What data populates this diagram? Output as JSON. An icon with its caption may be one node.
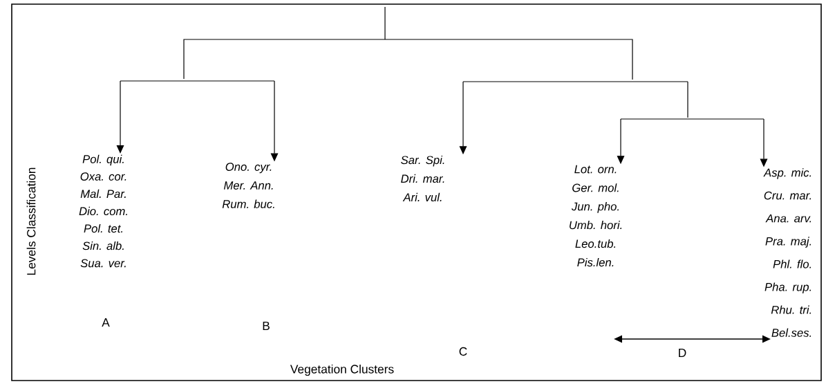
{
  "diagram": {
    "nodes": [
      {
        "text": [
          "Pol. qui.",
          "Oxa. cor.",
          "Mal. Par.",
          "Dio. com.",
          "Pol. tet.",
          "Sin. alb.",
          "Sua. ver."
        ]
      },
      {
        "text": [
          "Ono. cyr.",
          "Mer. Ann.",
          "Rum. buc."
        ]
      },
      {
        "text": [
          "Sar. Spi.",
          "Dri. mar.",
          "Ari. vul."
        ]
      },
      {
        "text": [
          "Lot. orn.",
          "Ger. mol.",
          "Jun. pho.",
          "Umb. hori.",
          "Leo.tub.",
          "Pis.len."
        ]
      },
      {
        "text": [
          "Asp. mic.",
          "Cru. mar.",
          "Ana. arv.",
          "Pra. maj.",
          "Phl. flo.",
          "Pha. rup.",
          "Rhu. tri.",
          "Bel.ses."
        ]
      }
    ],
    "edges": [
      {
        "from": null,
        "to": 0,
        "arrow": "to"
      },
      {
        "from": null,
        "to": 1,
        "arrow": "to"
      },
      {
        "from": null,
        "to": 2,
        "arrow": "to"
      },
      {
        "from": null,
        "to": 3,
        "arrow": "to"
      },
      {
        "from": null,
        "to": 4,
        "arrow": "to"
      }
    ],
    "labels": [
      "Levels Classification",
      "A",
      "B",
      "C",
      "D",
      "Vegetation Clusters"
    ]
  }
}
